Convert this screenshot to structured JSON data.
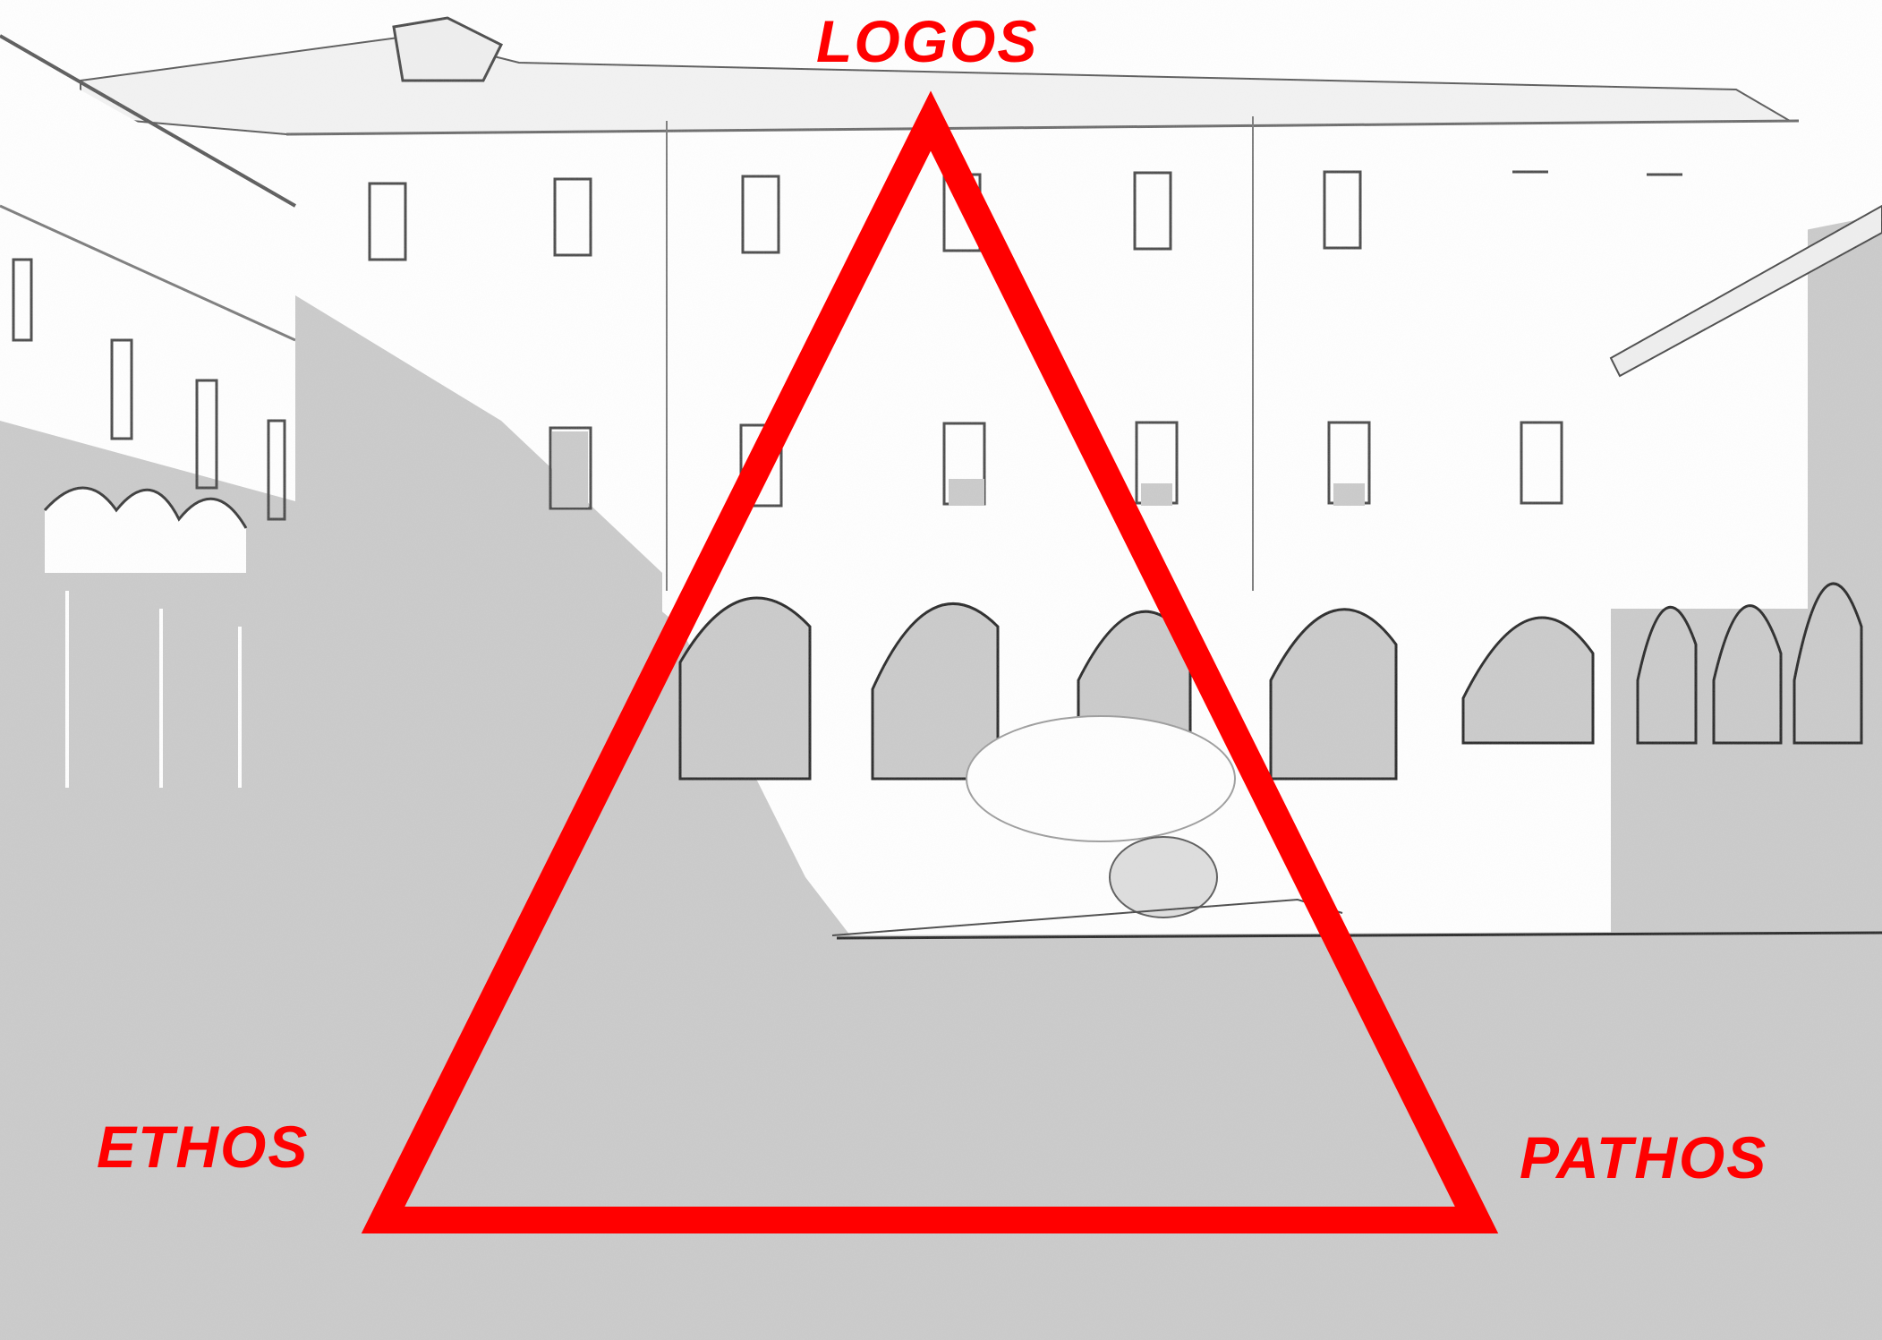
{
  "labels": {
    "top": "LOGOS",
    "left": "ETHOS",
    "right": "PATHOS"
  },
  "background_image": "embossed grayscale photo of a courtyard building with arcades",
  "colors": {
    "accent": "#ff0000",
    "background_gray": "#c8c8c8",
    "paper_white": "#ffffff"
  }
}
